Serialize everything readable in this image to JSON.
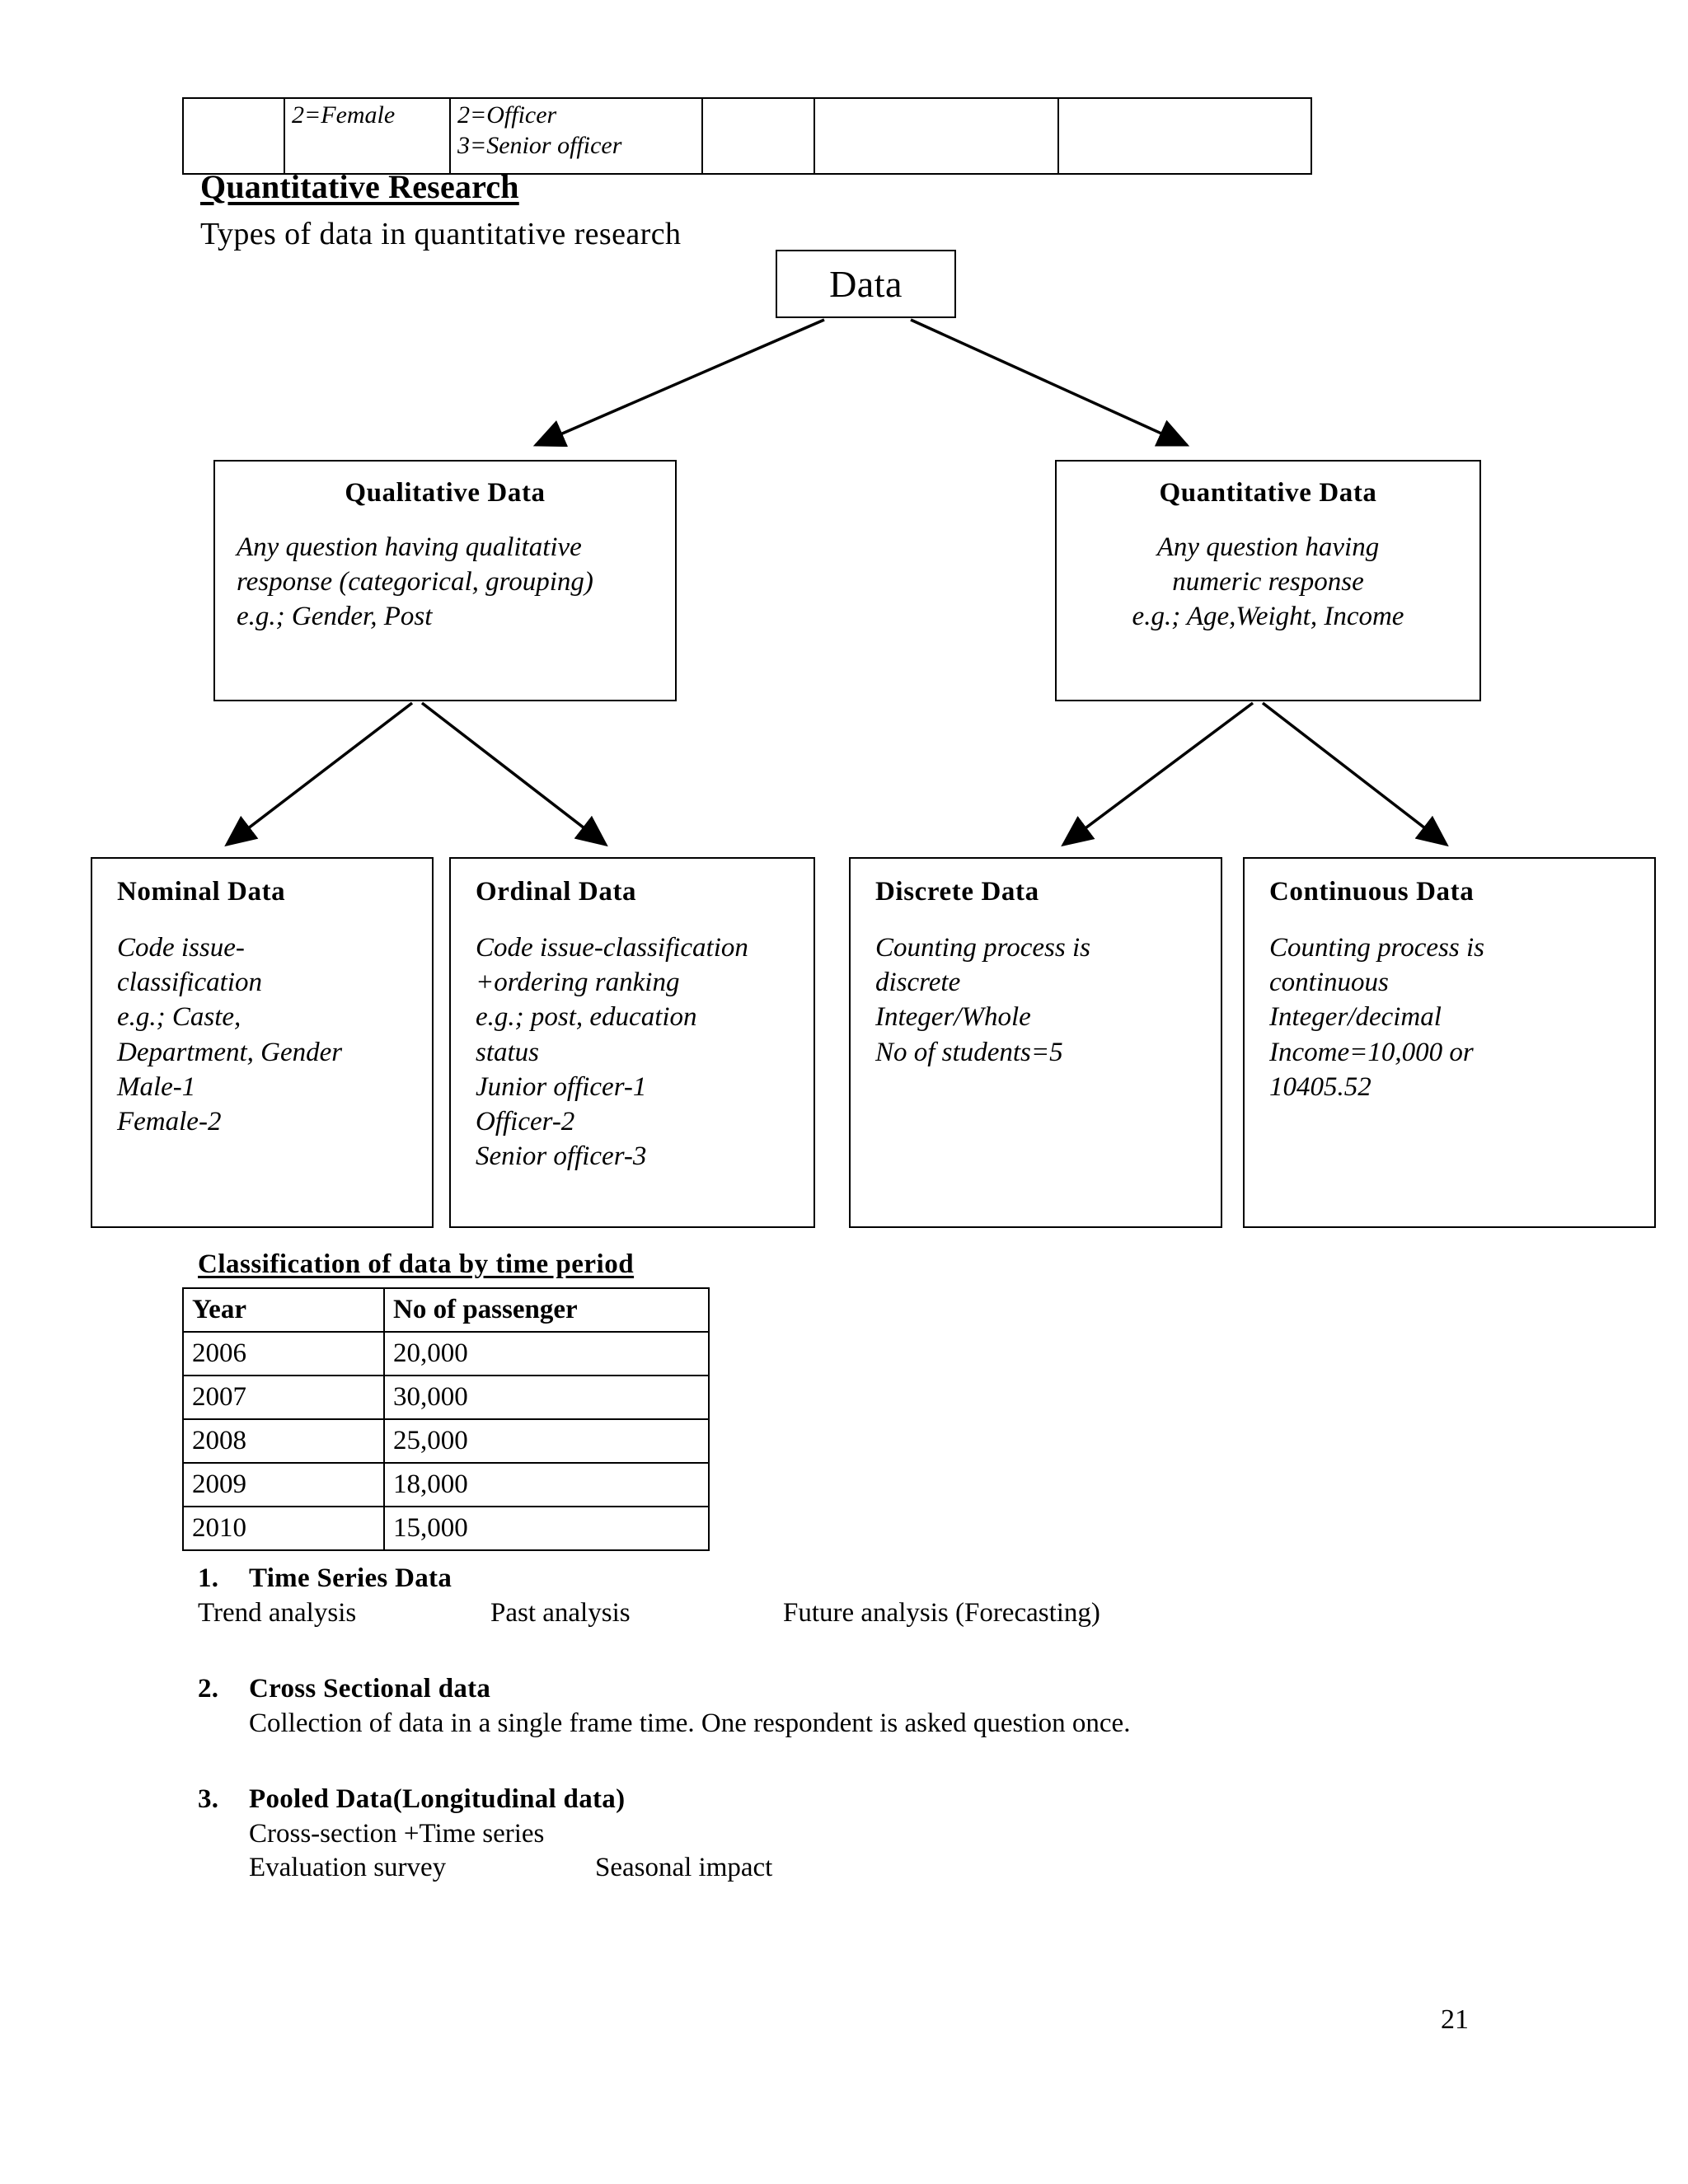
{
  "top_table": {
    "rows": [
      {
        "cells": [
          "",
          "2=Female",
          "2=Officer\n3=Senior officer",
          "",
          "",
          ""
        ]
      }
    ]
  },
  "headings": {
    "main": "Quantitative Research",
    "subtitle": "Types of data in quantitative research",
    "classification": "Classification of data by time period"
  },
  "diagram": {
    "root": {
      "label": "Data"
    },
    "level2": [
      {
        "title": "Qualitative Data",
        "body": "Any question having qualitative response (categorical, grouping)\ne.g.; Gender, Post"
      },
      {
        "title": "Quantitative Data",
        "body": "Any question having\nnumeric response\ne.g.; Age,Weight, Income"
      }
    ],
    "level3": [
      {
        "title": "Nominal Data",
        "body": "Code issue-\nclassification\ne.g.; Caste,\nDepartment, Gender\nMale-1\nFemale-2"
      },
      {
        "title": "Ordinal Data",
        "body": "Code issue-classification\n+ordering ranking\ne.g.; post, education\nstatus\nJunior officer-1\nOfficer-2\nSenior officer-3"
      },
      {
        "title": "Discrete Data",
        "body": "Counting process is\ndiscrete\nInteger/Whole\nNo of students=5"
      },
      {
        "title": "Continuous Data",
        "body": "Counting process is\ncontinuous\nInteger/decimal\nIncome=10,000 or\n10405.52"
      }
    ]
  },
  "passenger_table": {
    "headers": [
      "Year",
      "No of passenger"
    ],
    "rows": [
      [
        "2006",
        "20,000"
      ],
      [
        "2007",
        "30,000"
      ],
      [
        "2008",
        "25,000"
      ],
      [
        "2009",
        "18,000"
      ],
      [
        "2010",
        "15,000"
      ]
    ]
  },
  "list": [
    {
      "marker": "1.",
      "title": "Time Series Data",
      "cols": [
        "Trend analysis",
        "Past analysis",
        "Future analysis (Forecasting)"
      ]
    },
    {
      "marker": "2.",
      "title": "Cross Sectional data",
      "cols": [
        "Collection of data in a single frame time. One respondent is asked question once."
      ]
    },
    {
      "marker": "3.",
      "title": "Pooled Data(Longitudinal data)",
      "line1": "Cross-section +Time series",
      "cols": [
        "Evaluation survey",
        "Seasonal impact"
      ]
    }
  ],
  "page_number": "21"
}
